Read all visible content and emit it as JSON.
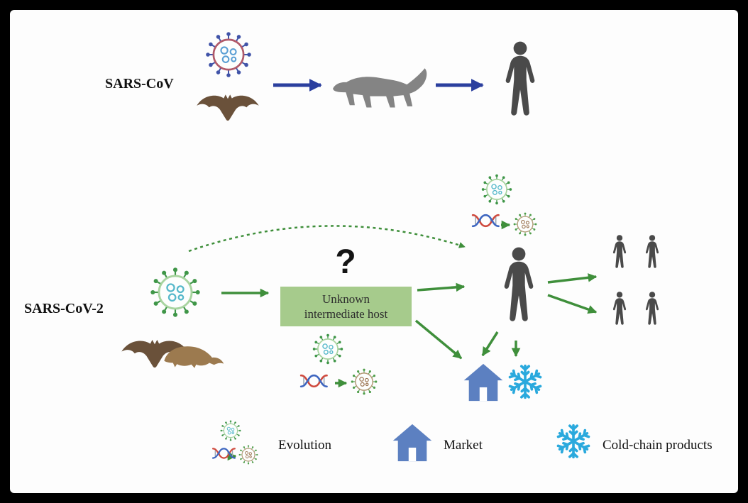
{
  "diagram": {
    "row_top": {
      "label": "SARS-CoV",
      "icons": [
        "coronavirus-icon",
        "bat-icon",
        "civet-icon",
        "human-icon"
      ]
    },
    "row_bottom": {
      "label": "SARS-CoV-2",
      "question_mark": "?",
      "intermediate_box_label": "Unknown intermediate host",
      "icons": [
        "coronavirus-icon",
        "bat-icon",
        "pangolin-icon",
        "dna-icon",
        "human-icon",
        "market-house-icon",
        "snowflake-icon"
      ]
    },
    "legend": [
      {
        "icon": "evolution-icon",
        "label": "Evolution"
      },
      {
        "icon": "market-house-icon",
        "label": "Market"
      },
      {
        "icon": "snowflake-icon",
        "label": "Cold-chain products"
      }
    ],
    "colors": {
      "sars_cov_arrow_blue": "#2b3f9e",
      "sars_cov_2_arrow_green": "#3f8f3b",
      "intermediate_box_fill": "#a6cb8c",
      "virus_spikes_blue": "#4053a8",
      "virus_spikes_green": "#3f9648",
      "virus_core_teal": "#57b9cb",
      "evolved_virus_brown": "#9b7350",
      "silhouette_gray": "#4a4a4a",
      "market_house_blue": "#5c80c1",
      "snowflake_cyan": "#2aa9dd",
      "frame_black": "#000000"
    }
  }
}
